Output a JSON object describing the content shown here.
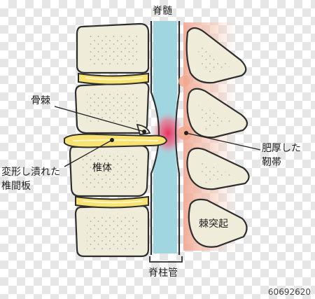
{
  "labels": {
    "spinal_cord": "脊髄",
    "bone_spur": "骨棘",
    "disc_line1": "変形し潰れた",
    "disc_line2": "椎間板",
    "vertebral_body": "椎体",
    "ligament_line1": "肥厚した",
    "ligament_line2": "靭帯",
    "spinous_process": "棘突起",
    "spinal_canal": "脊柱管"
  },
  "stock_id": "60692620",
  "colors": {
    "bone_fill": "#f0ecda",
    "bone_outline": "#2e2e2e",
    "bone_dots": "#9a917a",
    "disc_fill": "#f7e272",
    "spinal_cord": "#9fd6df",
    "compression": "#f0607a",
    "ligament_glow": "#f3b9a4"
  }
}
